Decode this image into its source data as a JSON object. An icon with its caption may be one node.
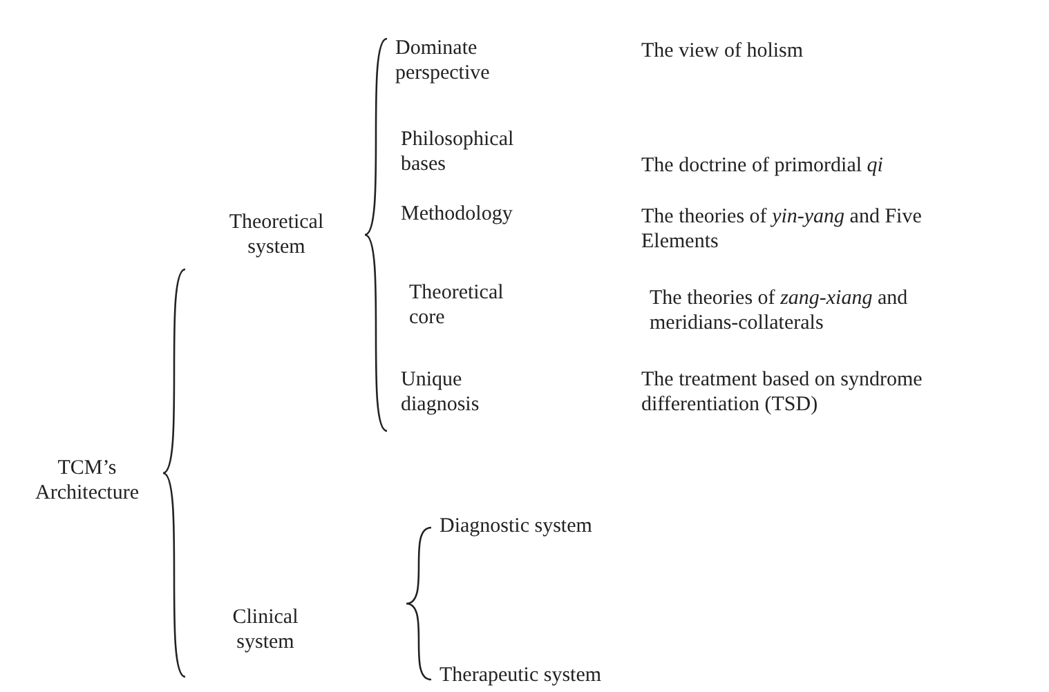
{
  "diagram": {
    "nodes": [
      {
        "text": [
          "TCM’s Architecture"
        ]
      },
      {
        "text": [
          "Theoretical system"
        ]
      },
      {
        "text": [
          "Dominate perspective"
        ]
      },
      {
        "text": [
          "Philosophical bases"
        ]
      },
      {
        "text": [
          "Methodology"
        ]
      },
      {
        "text": [
          "Theoretical core"
        ]
      },
      {
        "text": [
          "Unique diagnosis"
        ]
      },
      {
        "text": [
          "Clinical system"
        ]
      },
      {
        "text": [
          "Diagnostic system"
        ]
      },
      {
        "text": [
          "Therapeutic system"
        ]
      }
    ],
    "labels": [
      "The view of holism",
      "The doctrine of primordial *qi*",
      "The theories of *yin-yang* and Five Elements",
      "The theories of *zang-xiang* and meridians-collaterals",
      "The treatment based on syndrome differentiation (TSD)"
    ]
  }
}
